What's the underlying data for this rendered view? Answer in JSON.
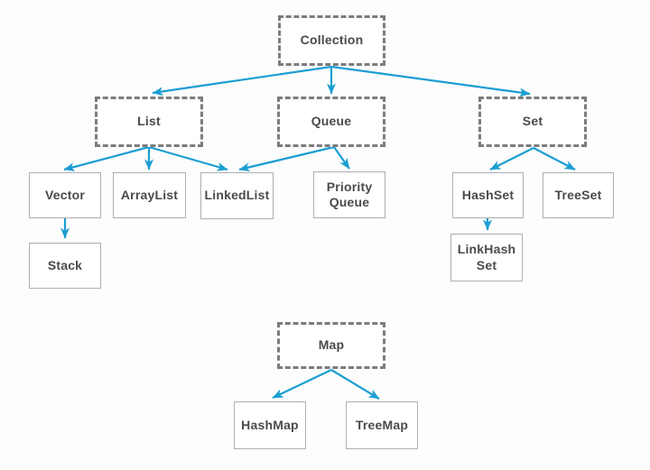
{
  "diagram": {
    "type": "hierarchy-flowchart",
    "nodes": [
      {
        "id": "collection",
        "label": "Collection",
        "style": "dashed"
      },
      {
        "id": "list",
        "label": "List",
        "style": "dashed"
      },
      {
        "id": "queue",
        "label": "Queue",
        "style": "dashed"
      },
      {
        "id": "set",
        "label": "Set",
        "style": "dashed"
      },
      {
        "id": "vector",
        "label": "Vector",
        "style": "solid"
      },
      {
        "id": "arraylist",
        "label": "ArrayList",
        "style": "solid"
      },
      {
        "id": "linkedlist",
        "label": "LinkedList",
        "style": "solid"
      },
      {
        "id": "priorityqueue",
        "label": "Priority\nQueue",
        "style": "solid"
      },
      {
        "id": "hashset",
        "label": "HashSet",
        "style": "solid"
      },
      {
        "id": "treeset",
        "label": "TreeSet",
        "style": "solid"
      },
      {
        "id": "stack",
        "label": "Stack",
        "style": "solid"
      },
      {
        "id": "linkhashset",
        "label": "LinkHash\nSet",
        "style": "solid"
      },
      {
        "id": "map",
        "label": "Map",
        "style": "dashed"
      },
      {
        "id": "hashmap",
        "label": "HashMap",
        "style": "solid"
      },
      {
        "id": "treemap",
        "label": "TreeMap",
        "style": "solid"
      }
    ],
    "edges": [
      {
        "from": "collection",
        "to": "list"
      },
      {
        "from": "collection",
        "to": "queue"
      },
      {
        "from": "collection",
        "to": "set"
      },
      {
        "from": "list",
        "to": "vector"
      },
      {
        "from": "list",
        "to": "arraylist"
      },
      {
        "from": "list",
        "to": "linkedlist"
      },
      {
        "from": "queue",
        "to": "linkedlist"
      },
      {
        "from": "queue",
        "to": "priorityqueue"
      },
      {
        "from": "set",
        "to": "hashset"
      },
      {
        "from": "set",
        "to": "treeset"
      },
      {
        "from": "vector",
        "to": "stack"
      },
      {
        "from": "hashset",
        "to": "linkhashset"
      },
      {
        "from": "map",
        "to": "hashmap"
      },
      {
        "from": "map",
        "to": "treemap"
      }
    ],
    "colors": {
      "arrow": "#1b9ed2",
      "dashed_border": "#7c7c7c",
      "solid_border": "#aeaeb4",
      "text": "#4a4a4a",
      "background": "#fdfdfd",
      "node_fill": "#ffffff"
    }
  }
}
